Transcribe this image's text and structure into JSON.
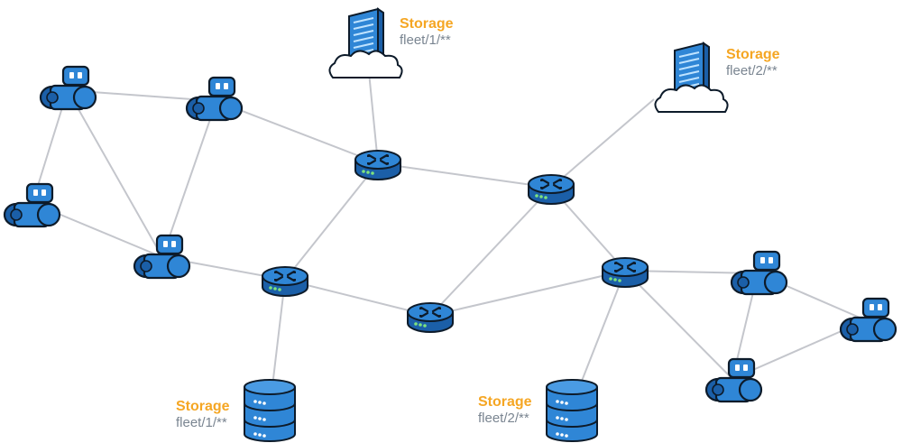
{
  "labels": {
    "cloud1": {
      "title": "Storage",
      "path": "fleet/1/**"
    },
    "cloud2": {
      "title": "Storage",
      "path": "fleet/2/**"
    },
    "db1": {
      "title": "Storage",
      "path": "fleet/1/**"
    },
    "db2": {
      "title": "Storage",
      "path": "fleet/2/**"
    }
  },
  "colors": {
    "device": "#2f86d6",
    "device_dark": "#1b5fa8",
    "outline": "#0d1b2a",
    "link": "#c4c6cc",
    "storage_label": "#f5a623",
    "path_label": "#7a8591",
    "led": "#7ee27e"
  },
  "icons": [
    "robot-icon",
    "router-icon",
    "cloud-server-icon",
    "database-icon"
  ]
}
